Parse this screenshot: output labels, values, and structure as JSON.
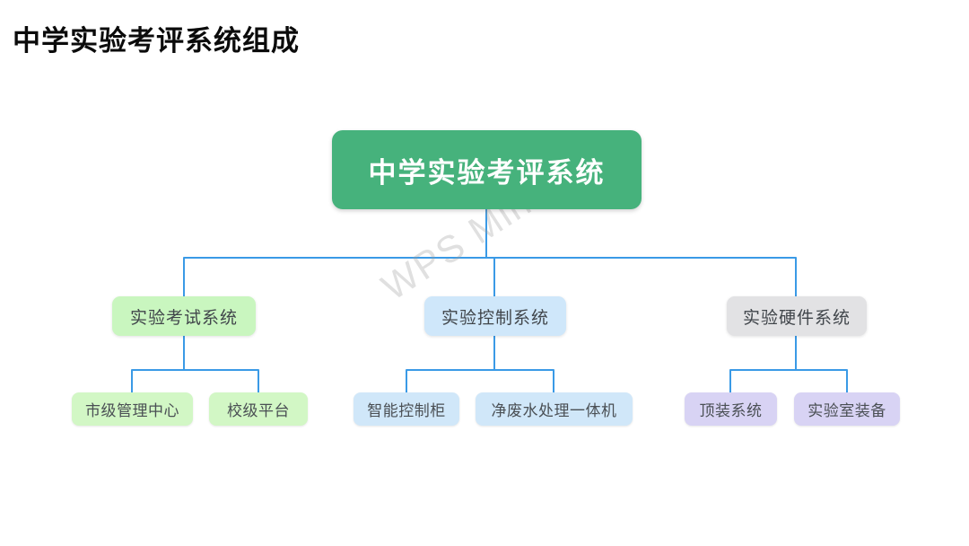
{
  "page_title": "中学实验考评系统组成",
  "watermark": "WPS Mind",
  "colors": {
    "background": "#ffffff",
    "title_text": "#0b0b0b",
    "connector_line": "#3a9ae6",
    "root_bg": "#46b27c",
    "root_text": "#ffffff",
    "exam_branch_bg": "#c9f6bf",
    "control_branch_bg": "#cfe7fa",
    "hardware_branch_bg": "#e2e2e4",
    "exam_leaf_bg": "#d2f7c5",
    "control_leaf_bg": "#d0e7f9",
    "hardware_leaf_bg": "#d8d3f4",
    "node_text": "#41464b"
  },
  "tree": {
    "root": {
      "label": "中学实验考评系统"
    },
    "branches": [
      {
        "label": "实验考试系统",
        "children": [
          {
            "label": "市级管理中心"
          },
          {
            "label": "校级平台"
          }
        ]
      },
      {
        "label": "实验控制系统",
        "children": [
          {
            "label": "智能控制柜"
          },
          {
            "label": "净废水处理一体机"
          }
        ]
      },
      {
        "label": "实验硬件系统",
        "children": [
          {
            "label": "顶装系统"
          },
          {
            "label": "实验室装备"
          }
        ]
      }
    ]
  }
}
